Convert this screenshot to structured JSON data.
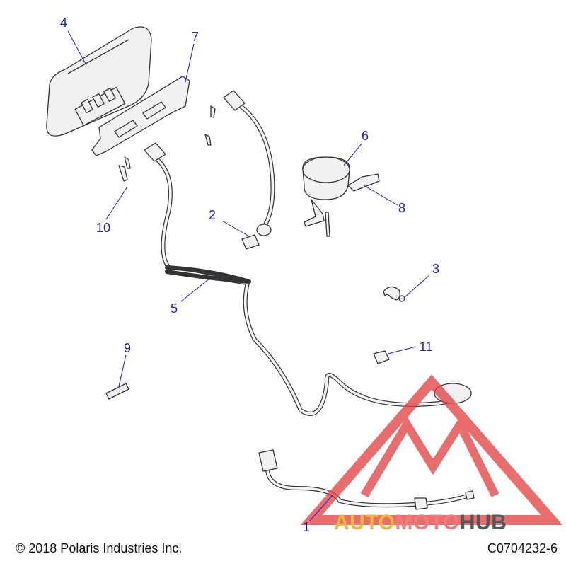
{
  "callouts": [
    "1",
    "2",
    "3",
    "4",
    "5",
    "6",
    "7",
    "8",
    "9",
    "10",
    "11"
  ],
  "footer": {
    "copyright": "© 2018 Polaris Industries Inc.",
    "drawing_number": "C0704232-6"
  },
  "watermark": {
    "part1": "AUTO",
    "part2": "MOTO",
    "part3": "HUB",
    "color_part1": "#f2b63c",
    "color_part2": "#f07a7a",
    "color_part3": "#555555",
    "logo_color": "#e33d3d"
  },
  "colors": {
    "callout_text": "#1a1ad6",
    "line_art": "#333333"
  }
}
